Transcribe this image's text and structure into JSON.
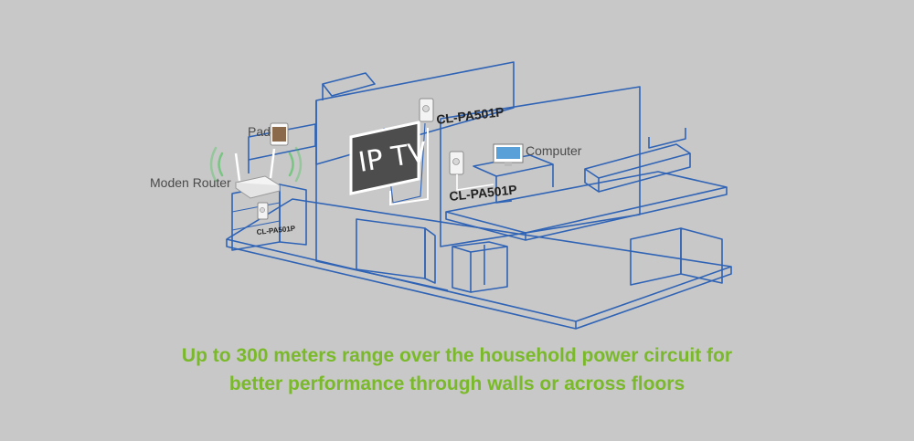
{
  "diagram": {
    "labels": {
      "pad": "Pad",
      "router": "Moden Router",
      "computer": "Computer",
      "tv": "IP TV",
      "adapter_tv": "CL-PA501P",
      "adapter_computer": "CL-PA501P",
      "adapter_router": "CL-PA501P"
    },
    "colors": {
      "wireframe": "#2f63b5",
      "caption": "#7ab929",
      "signal": "#39c24a",
      "background": "#c8c8c8"
    }
  },
  "caption": {
    "line1": "Up to 300 meters range over the household power circuit for",
    "line2": "better performance through walls or across floors"
  }
}
